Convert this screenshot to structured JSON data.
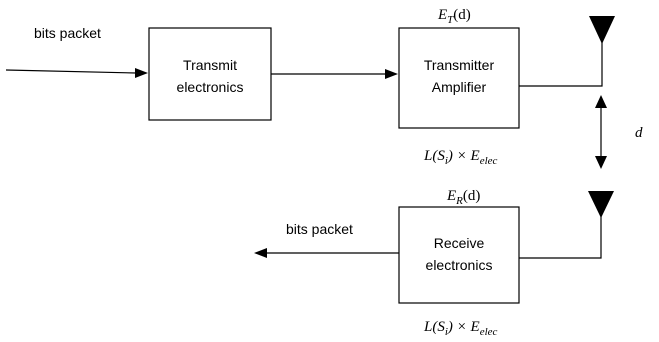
{
  "blocks": {
    "transmit_electronics": [
      "Transmit",
      "electronics"
    ],
    "transmitter_amplifier": [
      "Transmitter",
      "Amplifier"
    ],
    "receive_electronics": [
      "Receive",
      "electronics"
    ]
  },
  "labels": {
    "input_packet": "bits packet",
    "output_packet": "bits packet",
    "tx_energy": {
      "symbol": "E",
      "sub": "T",
      "arg": "(d)"
    },
    "rx_energy": {
      "symbol": "E",
      "sub": "R",
      "arg": "(d)"
    },
    "distance": "d",
    "tx_elec_cost": {
      "prefix": "L(S",
      "prefix_sub": "i",
      "mid": ") × E",
      "sub": "elec"
    },
    "rx_elec_cost": {
      "prefix": "L(S",
      "prefix_sub": "i",
      "mid": ") × E",
      "sub": "elec"
    }
  }
}
